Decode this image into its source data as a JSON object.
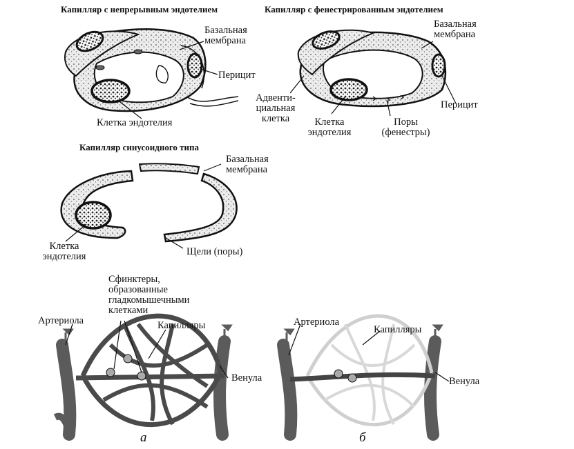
{
  "panels": {
    "continuous": {
      "title": "Капилляр с непрерывным эндотелием",
      "labels": {
        "basal_membrane": [
          "Базальная",
          "мембрана"
        ],
        "pericyte": "Перицит",
        "endothelial_cell": "Клетка эндотелия"
      }
    },
    "fenestrated": {
      "title": "Капилляр с фенестрированным эндотелием",
      "labels": {
        "basal_membrane": [
          "Базальная",
          "мембрана"
        ],
        "adventitial_cell": [
          "Адвенти-",
          "циальная",
          "клетка"
        ],
        "endothelial_cell": [
          "Клетка",
          "эндотелия"
        ],
        "pores": [
          "Поры",
          "(фенестры)"
        ],
        "pericyte": "Перицит"
      }
    },
    "sinusoidal": {
      "title": "Капилляр синусоидного типа",
      "labels": {
        "basal_membrane": [
          "Базальная",
          "мембрана"
        ],
        "endothelial_cell": [
          "Клетка",
          "эндотелия"
        ],
        "gaps": "Щели (поры)"
      }
    }
  },
  "bed_a": {
    "sphincters": [
      "Сфинктеры,",
      "образованные",
      "гладкомышечными",
      "клетками"
    ],
    "arteriole": "Артериола",
    "capillaries": "Капилляры",
    "venule": "Венула",
    "letter": "а"
  },
  "bed_b": {
    "arteriole": "Артериола",
    "capillaries": "Капилляры",
    "venule": "Венула",
    "letter": "б"
  },
  "colors": {
    "ink": "#111111",
    "cytoplasm": "#ebebeb",
    "nucleus": "#1a1a1a",
    "vessel": "#5b5b5b",
    "capillary_open": "#4a4a4a",
    "capillary_closed": "#dcdcdc"
  }
}
